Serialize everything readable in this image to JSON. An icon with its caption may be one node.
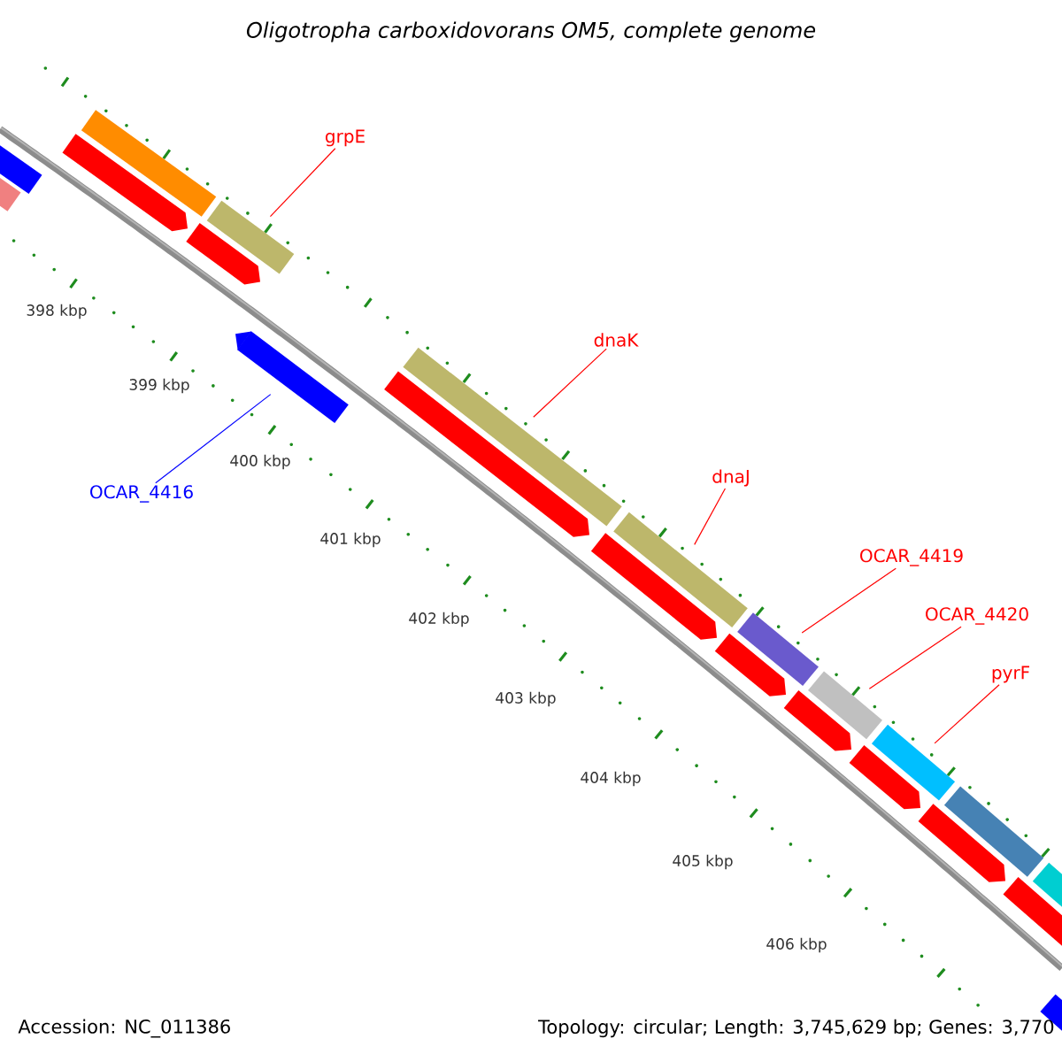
{
  "diagram": {
    "title": "Oligotropha carboxidovorans OM5, complete genome",
    "nodes": [
      {
        "text": [
          "grpE"
        ]
      },
      {
        "text": [],
        "shape": "bar"
      },
      {
        "text": [
          "dnaK"
        ]
      },
      {
        "text": [],
        "shape": "bar"
      },
      {
        "text": [
          "dnaJ"
        ]
      },
      {
        "text": [],
        "shape": "bar"
      },
      {
        "text": [
          "OCAR_4419"
        ]
      },
      {
        "text": [],
        "shape": "bar"
      },
      {
        "text": [
          "OCAR_4420"
        ]
      },
      {
        "text": [],
        "shape": "bar"
      },
      {
        "text": [
          "pyrF"
        ]
      },
      {
        "text": [],
        "shape": "bar"
      },
      {
        "text": [
          "OCAR_4416"
        ]
      },
      {
        "text": [],
        "shape": "bar"
      }
    ],
    "edges": [
      {
        "from": 0,
        "to": 1,
        "arrow": "none"
      },
      {
        "from": 2,
        "to": 3,
        "arrow": "none"
      },
      {
        "from": 4,
        "to": 5,
        "arrow": "none"
      },
      {
        "from": 6,
        "to": 7,
        "arrow": "none"
      },
      {
        "from": 8,
        "to": 9,
        "arrow": "none"
      },
      {
        "from": 10,
        "to": 11,
        "arrow": "none"
      },
      {
        "from": 12,
        "to": 13,
        "arrow": "none",
        "color": "#0000ff"
      }
    ],
    "labels": [
      "398 kbp",
      "399 kbp",
      "400 kbp",
      "401 kbp",
      "402 kbp",
      "403 kbp",
      "404 kbp",
      "405 kbp",
      "406 kbp",
      "Accession: NC_011386",
      "Topology: circular; Length: 3,745,629 bp; Genes: 3,770"
    ]
  }
}
